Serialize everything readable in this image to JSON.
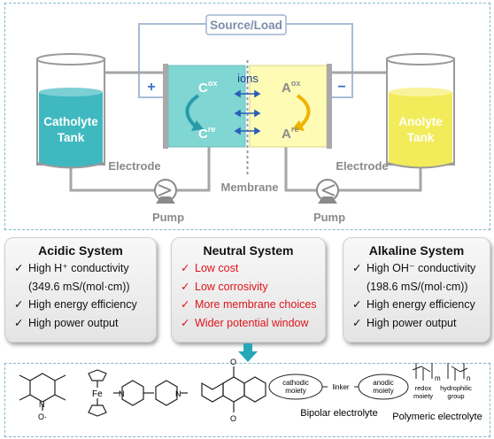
{
  "top": {
    "source_load": "Source/Load",
    "catholyte_tank": [
      "Catholyte",
      "Tank"
    ],
    "anolyte_tank": [
      "Anolyte",
      "Tank"
    ],
    "electrode_left": "Electrode",
    "electrode_right": "Electrode",
    "membrane": "Membrane",
    "pump_left": "Pump",
    "pump_right": "Pump",
    "plus": "+",
    "minus": "−",
    "ions": "ions",
    "c_ox": {
      "base": "C",
      "sup": "ox"
    },
    "c_re": {
      "base": "C",
      "sup": "re"
    },
    "a_ox": {
      "base": "A",
      "sup": "ox"
    },
    "a_re": {
      "base": "A",
      "sup": "re"
    }
  },
  "systems": [
    {
      "title": "Acidic System",
      "items": [
        {
          "text": "High H⁺ conductivity",
          "check": true
        },
        {
          "text": "(349.6 mS/(mol·cm))",
          "check": false
        },
        {
          "text": "High energy efficiency",
          "check": true
        },
        {
          "text": "High power output",
          "check": true
        }
      ]
    },
    {
      "title": "Neutral System",
      "items": [
        {
          "text": "Low cost",
          "check": true
        },
        {
          "text": "Low corrosivity",
          "check": true
        },
        {
          "text": "More membrane choices",
          "check": true
        },
        {
          "text": "Wider potential window",
          "check": true
        }
      ]
    },
    {
      "title": "Alkaline System",
      "items": [
        {
          "text": "High OH⁻ conductivity",
          "check": true
        },
        {
          "text": "(198.6 mS/(mol·cm))",
          "check": false
        },
        {
          "text": "High energy efficiency",
          "check": true
        },
        {
          "text": "High power output",
          "check": true
        }
      ]
    }
  ],
  "bottom": {
    "tempo_o": "O·",
    "tempo_n": "N",
    "ferrocene_fe": "Fe",
    "viologen_n1": "N",
    "viologen_n2": "N",
    "quinone_o": "O",
    "bipolar": {
      "cathodic": [
        "cathodic",
        "moiety"
      ],
      "anodic": [
        "anodic",
        "moiety"
      ],
      "linker": "linker",
      "caption": "Bipolar electrolyte"
    },
    "polymeric": {
      "m": "m",
      "n": "n",
      "redox": [
        "redox",
        "moiety"
      ],
      "hydrophilic": [
        "hydrophilic",
        "group"
      ],
      "caption": "Polymeric electrolyte"
    }
  },
  "colors": {
    "catholyte": "#3fb8c0",
    "catholyte_cell": "#7fd6d2",
    "anolyte": "#f2ec5a",
    "anolyte_cell": "#fdfbb4",
    "wire": "#a8bcd6",
    "pipe": "#a6a6a6",
    "arrow_teal": "#26a8b8",
    "red_text": "#e0141c",
    "ion_arrow": "#2a5db8"
  }
}
